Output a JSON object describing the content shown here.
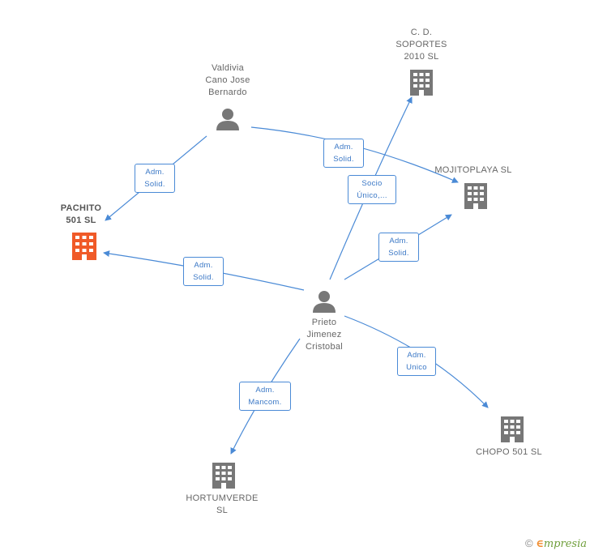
{
  "nodes": {
    "valdivia": {
      "label": "Valdivia\nCano Jose\nBernardo",
      "type": "person"
    },
    "prieto": {
      "label": "Prieto\nJimenez\nCristobal",
      "type": "person"
    },
    "pachito": {
      "label": "PACHITO\n501 SL",
      "type": "company-highlight"
    },
    "soportes": {
      "label": "C. D.\nSOPORTES\n2010 SL",
      "type": "company"
    },
    "mojitoplaya": {
      "label": "MOJITOPLAYA SL",
      "type": "company"
    },
    "chopo": {
      "label": "CHOPO 501 SL",
      "type": "company"
    },
    "hortumverde": {
      "label": "HORTUMVERDE\nSL",
      "type": "company"
    }
  },
  "relations": {
    "valdivia_pachito": [
      "Adm.",
      "Solid."
    ],
    "valdivia_mojito": [
      "Adm.",
      "Solid."
    ],
    "prieto_soportes": [
      "Socio",
      "Único,..."
    ],
    "prieto_mojito": [
      "Adm.",
      "Solid."
    ],
    "prieto_pachito": [
      "Adm.",
      "Solid."
    ],
    "prieto_chopo": [
      "Adm.",
      "Unico"
    ],
    "prieto_hortum": [
      "Adm.",
      "Mancom."
    ]
  },
  "brand": {
    "copyright": "©",
    "e": "∈",
    "rest": "mpresia"
  },
  "colors": {
    "edge": "#4a8ad6",
    "person_icon": "#777777",
    "company_icon": "#777777",
    "highlight_icon": "#f05a28"
  }
}
